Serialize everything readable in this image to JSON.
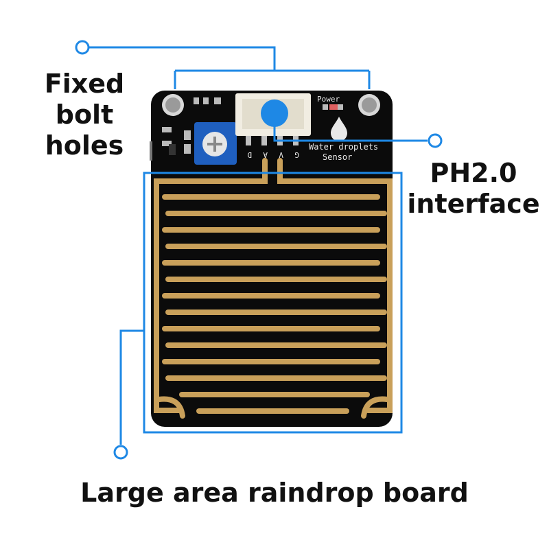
{
  "labels": {
    "holes_line1": "Fixed",
    "holes_line2": "bolt holes",
    "ph_line1": "PH2.0",
    "ph_line2": "interface",
    "board": "Large area raindrop board"
  },
  "silkscreen": {
    "power": "Power",
    "name_line1": "Water droplets",
    "name_line2": "Sensor",
    "pin_d": "D",
    "pin_a": "A",
    "pin_v": "V",
    "pin_g": "G"
  },
  "colors": {
    "callout": "#1e88e5",
    "pcb": "#0b0b0b",
    "trace": "#c9a05a",
    "connector": "#f1ede2",
    "potentiometer": "#1f5fbf"
  }
}
